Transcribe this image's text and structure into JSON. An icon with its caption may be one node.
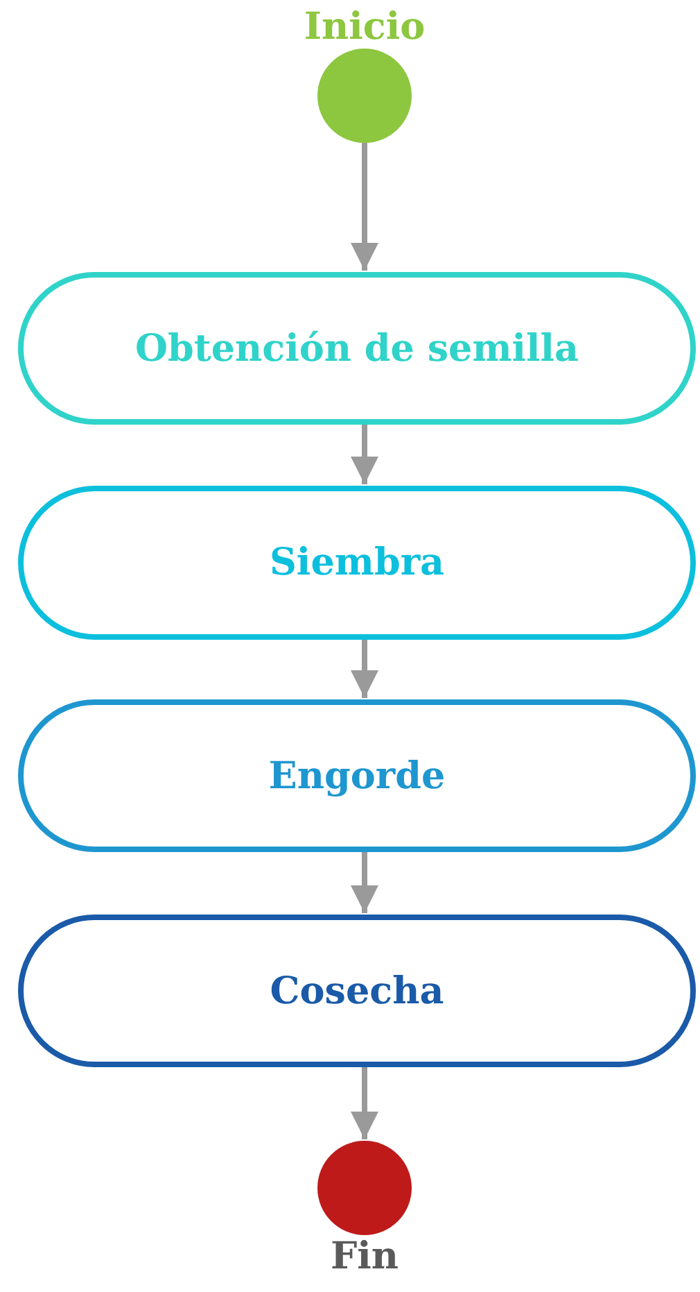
{
  "diagram": {
    "nodes": [
      {
        "text": [
          "Inicio"
        ]
      },
      {
        "text": [
          "Obtención de semilla"
        ]
      },
      {
        "text": [
          "Siembra"
        ]
      },
      {
        "text": [
          "Engorde"
        ]
      },
      {
        "text": [
          "Cosecha"
        ]
      },
      {
        "text": [
          "Fin"
        ]
      }
    ],
    "edges": [
      {
        "from": 0,
        "to": 1,
        "arrow": "to"
      },
      {
        "from": 1,
        "to": 2,
        "arrow": "to"
      },
      {
        "from": 2,
        "to": 3,
        "arrow": "to"
      },
      {
        "from": 3,
        "to": 4,
        "arrow": "to"
      },
      {
        "from": 4,
        "to": 5,
        "arrow": "to"
      }
    ]
  }
}
